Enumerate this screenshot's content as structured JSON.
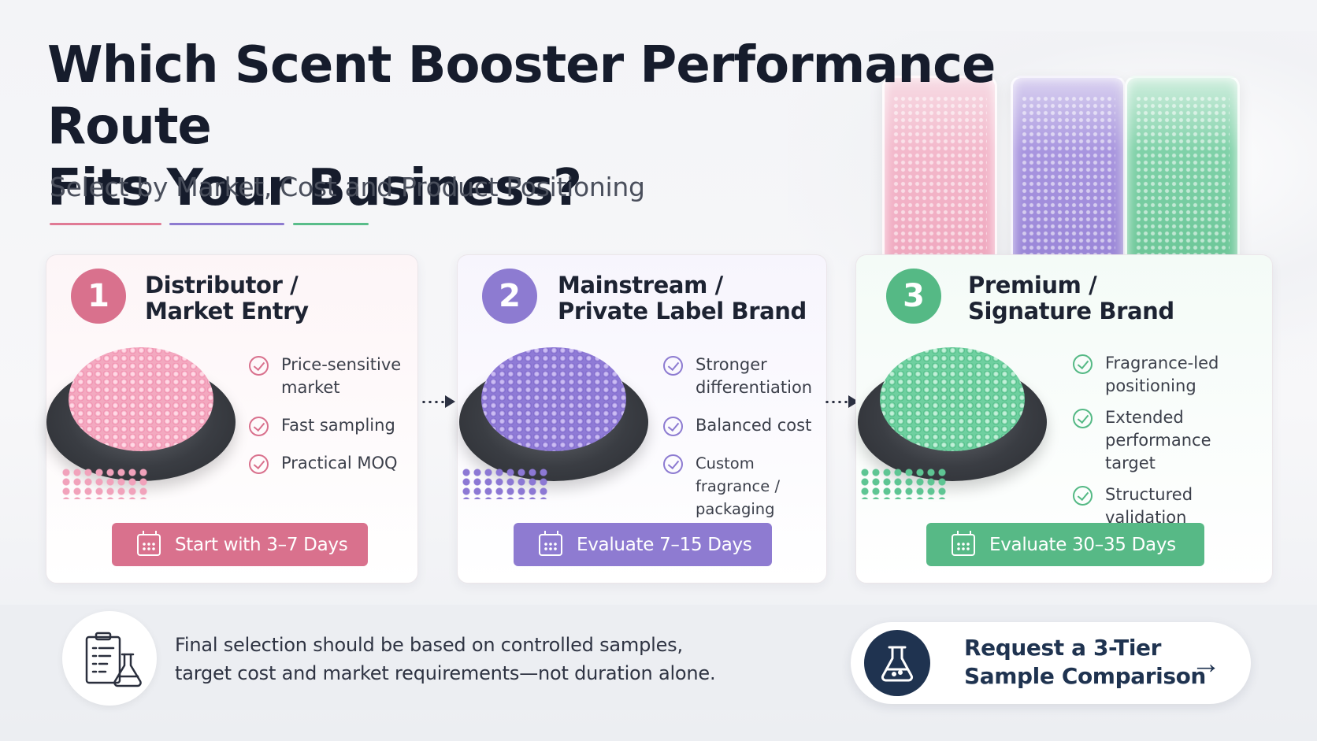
{
  "header": {
    "title_line1": "Which Scent Booster Performance Route",
    "title_line2": "Fits Your Business?",
    "subtitle": "Select by Market, Cost and Product Positioning"
  },
  "colors": {
    "pink": "#d9718d",
    "purple": "#8d7bd1",
    "green": "#55b985",
    "navy": "#1f3350"
  },
  "routes": [
    {
      "number": "1",
      "title_line1": "Distributor /",
      "title_line2": "Market Entry",
      "bullets": [
        "Price-sensitive market",
        "Fast sampling",
        "Practical MOQ"
      ],
      "button": "Start with 3–7 Days"
    },
    {
      "number": "2",
      "title_line1": "Mainstream /",
      "title_line2": "Private Label Brand",
      "bullets": [
        "Stronger differentiation",
        "Balanced cost",
        "Custom fragrance / packaging"
      ],
      "button": "Evaluate 7–15 Days"
    },
    {
      "number": "3",
      "title_line1": "Premium /",
      "title_line2": "Signature Brand",
      "bullets": [
        "Fragrance-led positioning",
        "Extended performance target",
        "Structured validation"
      ],
      "button": "Evaluate 30–35 Days"
    }
  ],
  "footer": {
    "note_line1": "Final selection should be based on controlled samples,",
    "note_line2": "target cost and market requirements—not duration alone.",
    "cta_line1": "Request a 3-Tier",
    "cta_line2": "Sample Comparison",
    "cta_icon": "flask-icon",
    "note_icon": "clipboard-flask-icon"
  }
}
